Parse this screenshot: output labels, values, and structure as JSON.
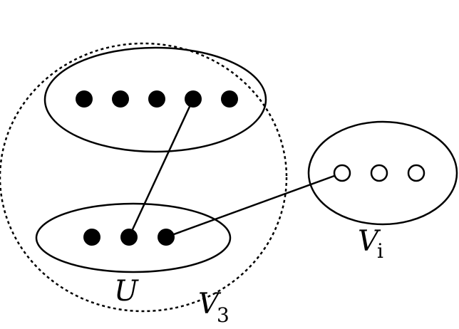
{
  "labels": {
    "u": "U",
    "v3_main": "V",
    "v3_sub": "3",
    "vi_main": "V",
    "vi_sub": "i"
  },
  "colors": {
    "stroke": "#000000",
    "filled_vertex": "#000000",
    "hollow_vertex": "#ffffff"
  }
}
